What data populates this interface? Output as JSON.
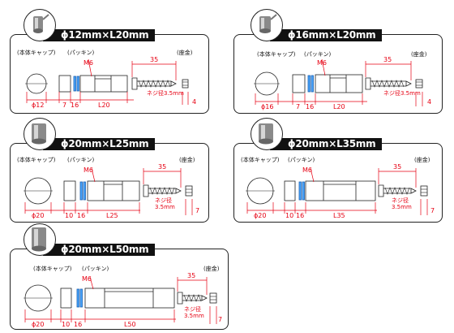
{
  "common": {
    "body_cap_label": "(本体キャップ)",
    "packing_label": "(パッキン)",
    "washer_label": "(座金)",
    "thread_label": "M6",
    "screw_length": "35",
    "screw_dia_label_inline": "ネジ径3.5mm",
    "screw_dia_label_line1": "ネジ径",
    "screw_dia_label_line2": "3.5mm"
  },
  "panels": [
    {
      "title": "ϕ12mm×L20mm",
      "dims": {
        "cap": "ϕ12",
        "cap_length": "7",
        "packing": "16",
        "body": "L20",
        "washer": "4"
      }
    },
    {
      "title": "ϕ16mm×L20mm",
      "dims": {
        "cap": "ϕ16",
        "cap_length": "7",
        "packing": "16",
        "body": "L20",
        "washer": "4"
      }
    },
    {
      "title": "ϕ20mm×L25mm",
      "dims": {
        "cap": "ϕ20",
        "cap_length": "10",
        "packing": "16",
        "body": "L25",
        "washer": "7"
      }
    },
    {
      "title": "ϕ20mm×L35mm",
      "dims": {
        "cap": "ϕ20",
        "cap_length": "10",
        "packing": "16",
        "body": "L35",
        "washer": "7"
      }
    },
    {
      "title": "ϕ20mm×L50mm",
      "dims": {
        "cap": "ϕ20",
        "cap_length": "10",
        "packing": "16",
        "body": "L50",
        "washer": "7"
      }
    }
  ]
}
